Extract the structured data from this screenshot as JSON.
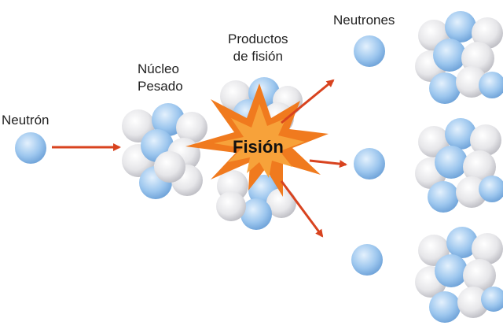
{
  "labels": {
    "neutron": "Neutrón",
    "nucleo_line1": "Núcleo",
    "nucleo_line2": "Pesado",
    "productos_line1": "Productos",
    "productos_line2": "de fisión",
    "neutrones": "Neutrones",
    "fision": "Fisión"
  },
  "colors": {
    "proton": "#e6e6e9",
    "neutron": "#9cc6ee",
    "arrow": "#d8431f",
    "burst_outer": "#f07a1e",
    "burst_inner": "#f7a23a"
  }
}
